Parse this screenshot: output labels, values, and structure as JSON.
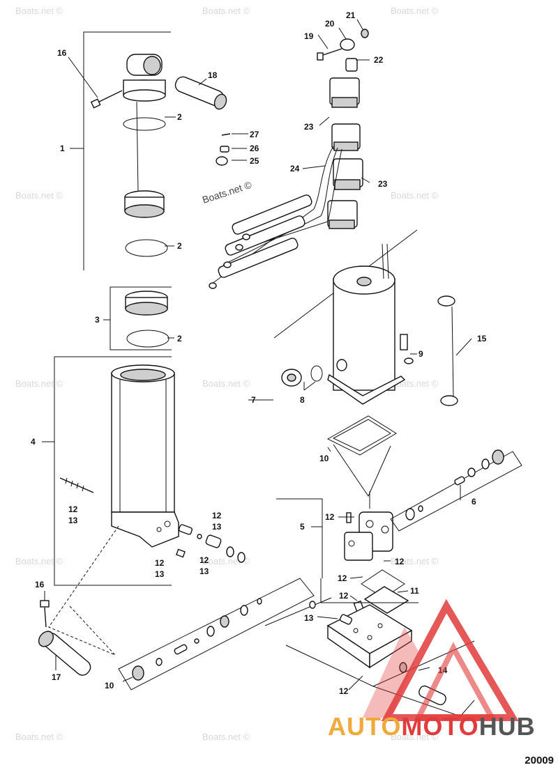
{
  "watermark": "Boats.net ©",
  "diagram_number": "20009",
  "logo": {
    "word_a": "AUTO",
    "word_b": "MOTO",
    "word_c": "HUB",
    "color_a": "#f2a93b",
    "color_b": "#e23b3b",
    "color_c": "#555555"
  },
  "labels": [
    "1",
    "2",
    "2",
    "2",
    "3",
    "4",
    "5",
    "6",
    "7",
    "8",
    "9",
    "10",
    "10",
    "11",
    "12",
    "12",
    "12",
    "12",
    "12",
    "12",
    "12",
    "12",
    "13",
    "13",
    "13",
    "13",
    "13",
    "14",
    "15",
    "16",
    "16",
    "17",
    "18",
    "19",
    "20",
    "21",
    "22",
    "23",
    "23",
    "24",
    "25",
    "26",
    "27"
  ]
}
